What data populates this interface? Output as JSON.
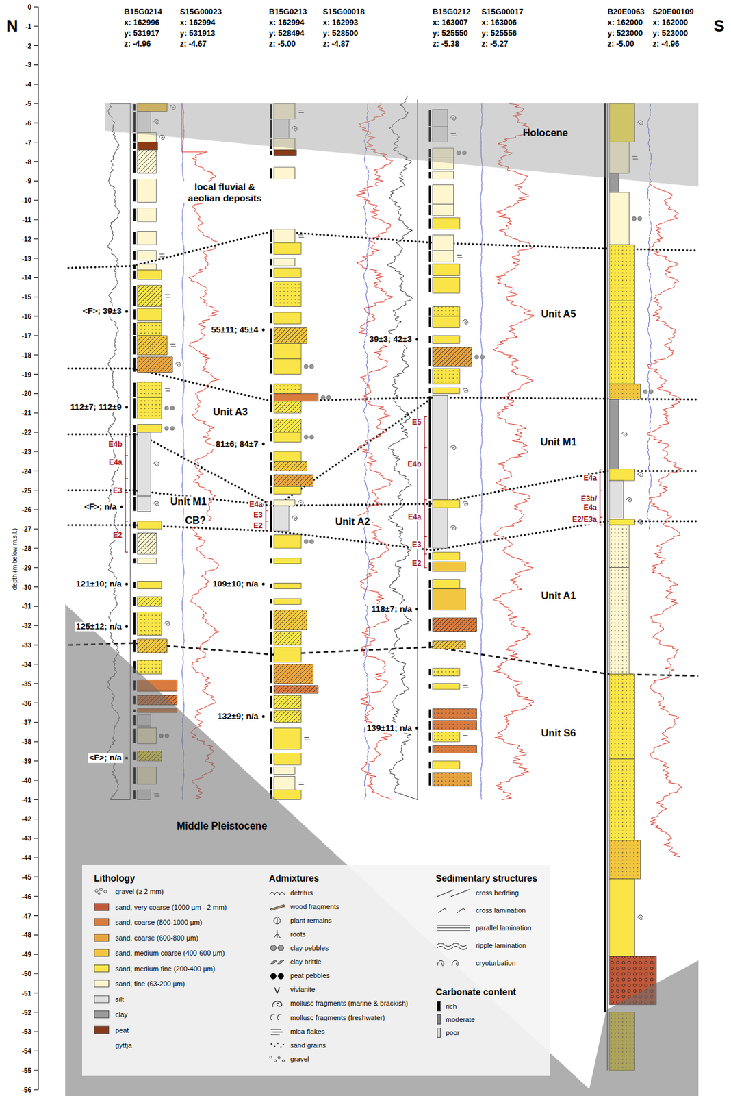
{
  "diagram": {
    "nodes": [
      {
        "text": [
          "Holocene"
        ]
      },
      {
        "text": [
          "Middle Pleistocene"
        ]
      }
    ],
    "labels": [
      "N",
      "S",
      "0",
      "-1",
      "-2",
      "-3",
      "-4",
      "-5",
      "-6",
      "-7",
      "-8",
      "-9",
      "-10",
      "-11",
      "-12",
      "-13",
      "-14",
      "-15",
      "-16",
      "-17",
      "-18",
      "-19",
      "-20",
      "-21",
      "-22",
      "-23",
      "-24",
      "-25",
      "-26",
      "-27",
      "-28",
      "-29",
      "-30",
      "-31",
      "-32",
      "-33",
      "-34",
      "-35",
      "-36",
      "-37",
      "-38",
      "-39",
      "-40",
      "-41",
      "-42",
      "-43",
      "-44",
      "-45",
      "-46",
      "-47",
      "-48",
      "-49",
      "-50",
      "-51",
      "-52",
      "-53",
      "-54",
      "-55",
      "-56",
      "depth (m below m.s.l.)",
      "B15G0214",
      "x: 162996",
      "y: 531917",
      "z: -4.96",
      "S15G00023",
      "x: 162994",
      "y: 531913",
      "z: -4.67",
      "B15G0213",
      "x: 162994",
      "y: 528494",
      "z: -5.00",
      "S15G00018",
      "x: 162993",
      "y: 528500",
      "z: -4.87",
      "B15G0212",
      "x: 163007",
      "y: 525550",
      "z: -5.38",
      "S15G00017",
      "x: 163006",
      "y: 525556",
      "z: -5.27",
      "B20E0063",
      "x: 162000",
      "y: 523000",
      "z: -5.00",
      "S20E00109",
      "x: 162000",
      "y: 523000",
      "z: -4.96",
      "local fluvial & aeolian deposits",
      "Unit A5",
      "Unit A3",
      "Unit M1",
      "Unit M1",
      "Unit A2",
      "Unit A1",
      "Unit S6",
      "CB?",
      "<F>; 39±3",
      "112±7; 112±9",
      "<F>; n/a",
      "121±10; n/a",
      "125±12; n/a",
      "<F>; n/a",
      "55±11; 45±4",
      "81±6; 84±7",
      "109±10; n/a",
      "132±9; n/a",
      "39±3; 42±3",
      "118±7; n/a",
      "139±11; n/a",
      "E4b",
      "E4a",
      "E3",
      "E2",
      "E4a",
      "E3",
      "E2",
      "E5",
      "E4b",
      "E4a",
      "E3",
      "E2",
      "E4a",
      "E3b/ E4a",
      "E2/E3a",
      "Lithology",
      "Admixtures",
      "Sedimentary structures",
      "Carbonate content"
    ],
    "legend": [
      {
        "text": "gravel (≥ 2 mm)"
      },
      {
        "text": "sand, very coarse (1000 µm - 2 mm)",
        "color": "#c0583a"
      },
      {
        "text": "sand, coarse (800-1000 µm)",
        "color": "#d97b3e"
      },
      {
        "text": "sand, coarse (600-800 µm)",
        "color": "#e7a33f"
      },
      {
        "text": "sand, medium coarse (400-600 µm)",
        "color": "#f1c53f"
      },
      {
        "text": "sand, medium fine (200-400 µm)",
        "color": "#f9e547"
      },
      {
        "text": "sand, fine (63-200 µm)",
        "color": "#fdf6cf"
      },
      {
        "text": "silt",
        "color": "#e0e0e0"
      },
      {
        "text": "clay",
        "color": "#9b9b9b"
      },
      {
        "text": "peat",
        "color": "#8a3a16"
      },
      {
        "text": "gyttja"
      },
      {
        "text": "detritus"
      },
      {
        "text": "wood fragments"
      },
      {
        "text": "plant remains"
      },
      {
        "text": "roots"
      },
      {
        "text": "clay pebbles"
      },
      {
        "text": "clay brittle"
      },
      {
        "text": "peat pebbles"
      },
      {
        "text": "vivianite"
      },
      {
        "text": "mollusc fragments (marine & brackish)"
      },
      {
        "text": "mollusc fragments (freshwater)"
      },
      {
        "text": "mica flakes"
      },
      {
        "text": "sand grains"
      },
      {
        "text": "gravel"
      },
      {
        "text": "cross bedding"
      },
      {
        "text": "cross lamination"
      },
      {
        "text": "parallel lamination"
      },
      {
        "text": "ripple lamination"
      },
      {
        "text": "cryoturbation"
      },
      {
        "text": "rich",
        "color": "#000000"
      },
      {
        "text": "moderate",
        "color": "#808080"
      },
      {
        "text": "poor",
        "color": "#d0d0d0"
      }
    ]
  }
}
